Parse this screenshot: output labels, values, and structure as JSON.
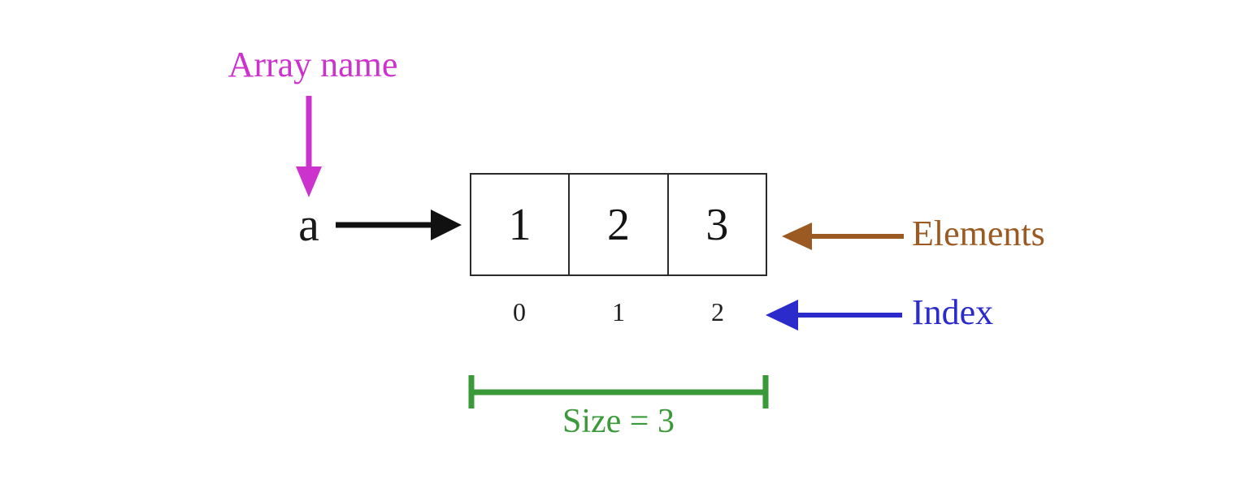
{
  "diagram": {
    "title_label": "Array name",
    "variable_name": "a",
    "elements_label": "Elements",
    "index_label": "Index",
    "size_label": "Size = 3",
    "cells": [
      {
        "value": "1",
        "index": "0"
      },
      {
        "value": "2",
        "index": "1"
      },
      {
        "value": "3",
        "index": "2"
      }
    ],
    "colors": {
      "array_name": "#cc33cc",
      "elements": "#9a5a22",
      "index": "#2b2bcc",
      "size": "#3a9a3a",
      "box_border": "#2b2b2b",
      "pointer": "#111111",
      "background": "#ffffff"
    },
    "icons": {
      "array_name_arrow": "arrow-down-icon",
      "pointer_arrow": "arrow-right-icon",
      "elements_arrow": "arrow-left-icon",
      "index_arrow": "arrow-left-icon",
      "size_bracket": "measure-bracket-icon"
    }
  }
}
